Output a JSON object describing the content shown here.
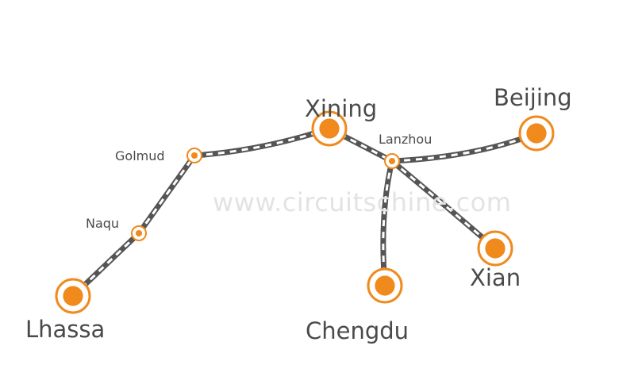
{
  "colors": {
    "station_fill": "#f08a1d",
    "station_ring": "#f08a1d",
    "track_dark": "#555555",
    "track_light": "#ffffff"
  },
  "watermark": "www.circuitschine.com",
  "stations": {
    "lhassa": {
      "name": "Lhassa"
    },
    "naqu": {
      "name": "Naqu"
    },
    "golmud": {
      "name": "Golmud"
    },
    "xining": {
      "name": "Xining"
    },
    "lanzhou": {
      "name": "Lanzhou"
    },
    "beijing": {
      "name": "Beijing"
    },
    "chengdu": {
      "name": "Chengdu"
    },
    "xian": {
      "name": "Xian"
    }
  },
  "routes": [
    [
      "lhassa",
      "naqu"
    ],
    [
      "naqu",
      "golmud"
    ],
    [
      "golmud",
      "xining"
    ],
    [
      "xining",
      "lanzhou"
    ],
    [
      "lanzhou",
      "beijing"
    ],
    [
      "lanzhou",
      "chengdu"
    ],
    [
      "lanzhou",
      "xian"
    ]
  ]
}
